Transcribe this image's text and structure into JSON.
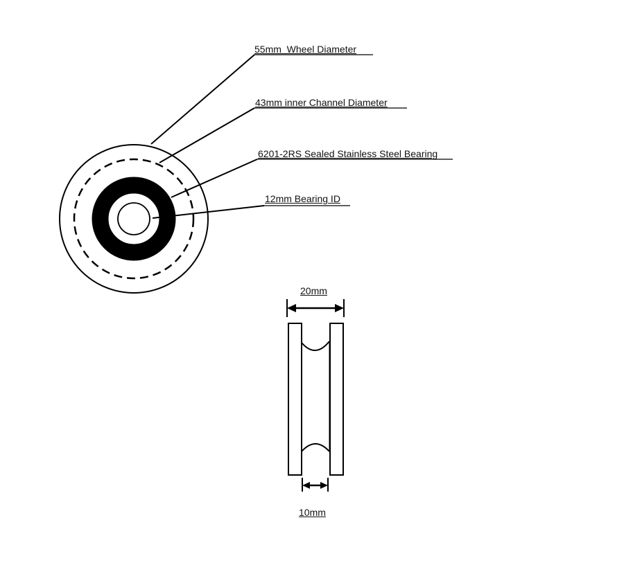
{
  "front_view": {
    "labels": [
      {
        "id": "wheel-diameter",
        "text": "55mm  Wheel Diameter"
      },
      {
        "id": "channel-diameter",
        "text": "43mm inner Channel Diameter"
      },
      {
        "id": "bearing",
        "text": "6201-2RS Sealed Stainless Steel Bearing"
      },
      {
        "id": "bearing-id",
        "text": "12mm Bearing ID"
      }
    ]
  },
  "side_view": {
    "width_label": "20mm",
    "channel_width_label": "10mm"
  },
  "colors": {
    "line": "#000000",
    "background": "#ffffff"
  }
}
